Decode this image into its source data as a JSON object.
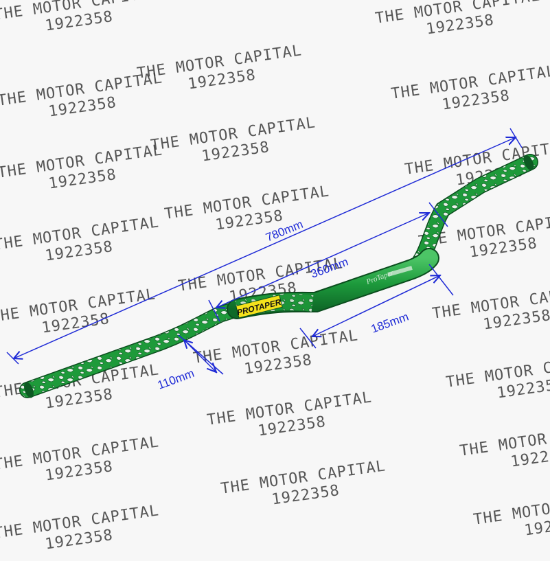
{
  "watermark": {
    "line1": "THE MOTOR CAPITAL",
    "line2": "1922358"
  },
  "product": {
    "brand_logo": "PROTAPER",
    "tube_text": "ProTaper",
    "color": "#1e9a3a"
  },
  "dimensions": {
    "width": "780mm",
    "clamp_width": "360mm",
    "rise_section": "185mm",
    "rise": "110mm",
    "line_color": "#1f2bd6"
  }
}
